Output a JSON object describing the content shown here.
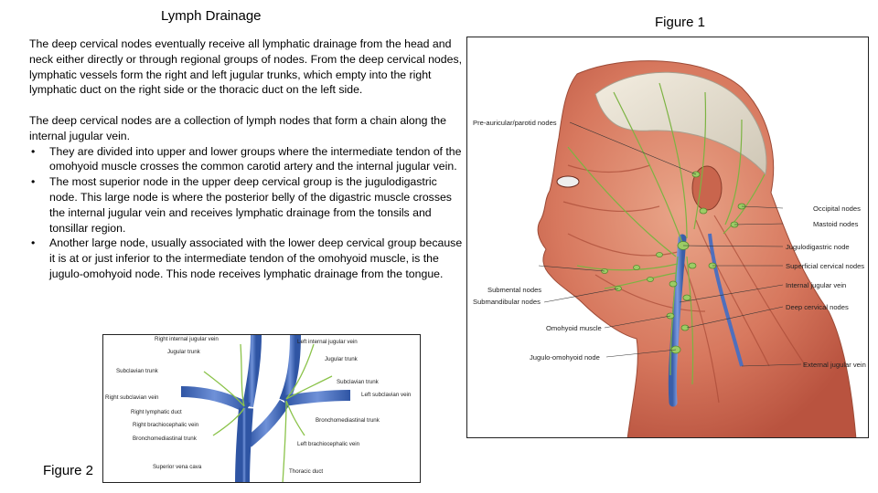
{
  "title": "Lymph Drainage",
  "paragraph1": "The deep cervical nodes eventually receive all lymphatic drainage from the head and neck either directly or through regional groups of nodes. From the deep cervical nodes, lymphatic vessels form the right and left jugular trunks, which empty into the right lymphatic duct on the right side or the thoracic duct on the left side.",
  "paragraph2": "The deep cervical nodes are a collection of lymph nodes that form a chain along the internal jugular vein.",
  "bullet_symbol": "•",
  "bullets": [
    "They are divided into upper and lower groups where the intermediate tendon of the omohyoid muscle crosses the common carotid artery and the internal jugular vein.",
    "The most superior node in the upper deep cervical group is the jugulodigastric node. This large node is where the posterior belly of the digastric muscle crosses the internal jugular vein and receives lymphatic drainage from the tonsils and tonsillar region.",
    "Another large node, usually associated with the lower deep cervical group because it is at or just inferior to the intermediate tendon of the omohyoid muscle, is the jugulo-omohyoid node. This node receives lymphatic drainage from the tongue."
  ],
  "figure1": {
    "caption": "Figure 1",
    "labels": {
      "pre_auricular": "Pre-auricular/parotid nodes",
      "occipital": "Occipital nodes",
      "mastoid": "Mastoid nodes",
      "jugulodigastric": "Jugulodigastric node",
      "superficial_cervical": "Superficial cervical nodes",
      "internal_jugular": "Internal jugular vein",
      "deep_cervical": "Deep cervical nodes",
      "submental": "Submental nodes",
      "submandibular": "Submandibular nodes",
      "omohyoid": "Omohyoid muscle",
      "jugulo_omohyoid": "Jugulo-omohyoid node",
      "external_jugular": "External jugular vein"
    }
  },
  "figure2": {
    "caption": "Figure 2",
    "labels": {
      "right_ij": "Right internal jugular vein",
      "left_ij": "Left internal jugular vein",
      "jugular_trunk_r": "Jugular trunk",
      "jugular_trunk_l": "Jugular trunk",
      "subclavian_trunk_r": "Subclavian trunk",
      "subclavian_trunk_l": "Subclavian trunk",
      "left_subclavian": "Left subclavian vein",
      "right_subclavian": "Right subclavian vein",
      "right_lymphatic_duct": "Right lymphatic duct",
      "right_brachiocephalic": "Right brachiocephalic vein",
      "bronchomediastinal_l": "Bronchomediastinal trunk",
      "bronchomediastinal_r": "Bronchomediastinal trunk",
      "left_brachiocephalic": "Left brachiocephalic vein",
      "svc": "Superior vena cava",
      "thoracic_duct": "Thoracic duct"
    }
  }
}
